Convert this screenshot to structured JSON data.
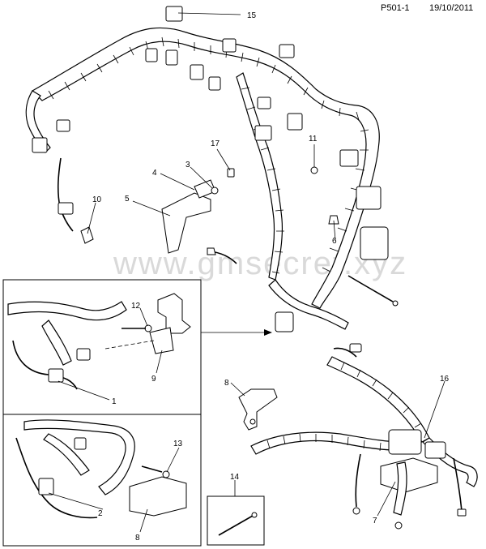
{
  "header": {
    "code": "P501-1",
    "date": "19/10/2011"
  },
  "watermark": "www.gmsecret.xyz",
  "callouts": [
    "15",
    "17",
    "11",
    "4",
    "3",
    "5",
    "10",
    "6",
    "12",
    "9",
    "1",
    "13",
    "2",
    "8",
    "8",
    "14",
    "16",
    "7"
  ]
}
